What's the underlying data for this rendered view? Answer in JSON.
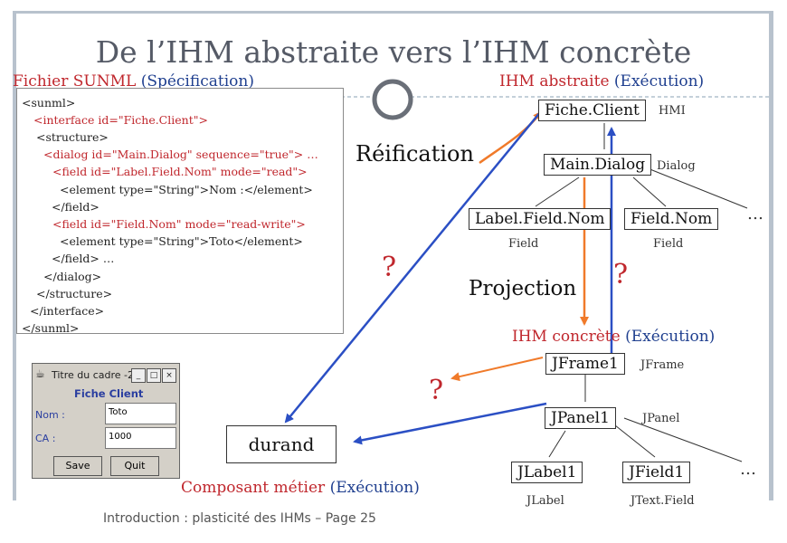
{
  "title": "De l’IHM abstraite vers l’IHM concrète",
  "header_left": {
    "label": "Fichier SUNML",
    "paren": "(Spécification)"
  },
  "header_right": {
    "label": "IHM abstraite",
    "paren": "(Exécution)"
  },
  "xml_lines": [
    "<sunml>",
    "<interface id=\"Fiche.Client\">",
    "<structure>",
    "<dialog id=\"Main.Dialog\" sequence=\"true\"> …",
    "<field id=\"Label.Field.Nom\" mode=\"read\">",
    "<element type=\"String\">Nom  :</element>",
    "</field>",
    "<field id=\"Field.Nom\" mode=\"read-write\">",
    "<element type=\"String\">Toto</element>",
    "</field> …",
    "</dialog>",
    "</structure>",
    "</interface>",
    "</sunml>"
  ],
  "reification": "Réification",
  "projection": "Projection",
  "question_mark": "?",
  "abstract_tree": {
    "root": {
      "label": "Fiche.Client",
      "type": "HMI"
    },
    "dialog": {
      "label": "Main.Dialog",
      "type": "Dialog"
    },
    "field1": {
      "label": "Label.Field.Nom",
      "type": "Field"
    },
    "field2": {
      "label": "Field.Nom",
      "type": "Field"
    },
    "ellipsis": "…"
  },
  "concrete_header": {
    "label": "IHM concrète",
    "paren": "(Exécution)"
  },
  "concrete_tree": {
    "root": {
      "label": "JFrame1",
      "type": "JFrame"
    },
    "panel": {
      "label": "JPanel1",
      "type": "JPanel"
    },
    "label": {
      "label": "JLabel1",
      "type": "JLabel"
    },
    "field": {
      "label": "JField1",
      "type": "JText.Field"
    },
    "ellipsis": "…"
  },
  "business": {
    "node": "durand",
    "label": "Composant métier",
    "paren": "(Exécution)"
  },
  "window": {
    "title": "Titre du cadre -2",
    "heading": "Fiche Client",
    "nom_label": "Nom :",
    "nom_value": "Toto",
    "ca_label": "CA :",
    "ca_value": "1000",
    "save": "Save",
    "quit": "Quit"
  },
  "footer": "Introduction : plasticité des IHMs  –  Page 25",
  "colors": {
    "red": "#c0272d",
    "blue": "#1f3f8f",
    "arrow_orange": "#f07a2a",
    "arrow_blue": "#2b4fc4"
  }
}
